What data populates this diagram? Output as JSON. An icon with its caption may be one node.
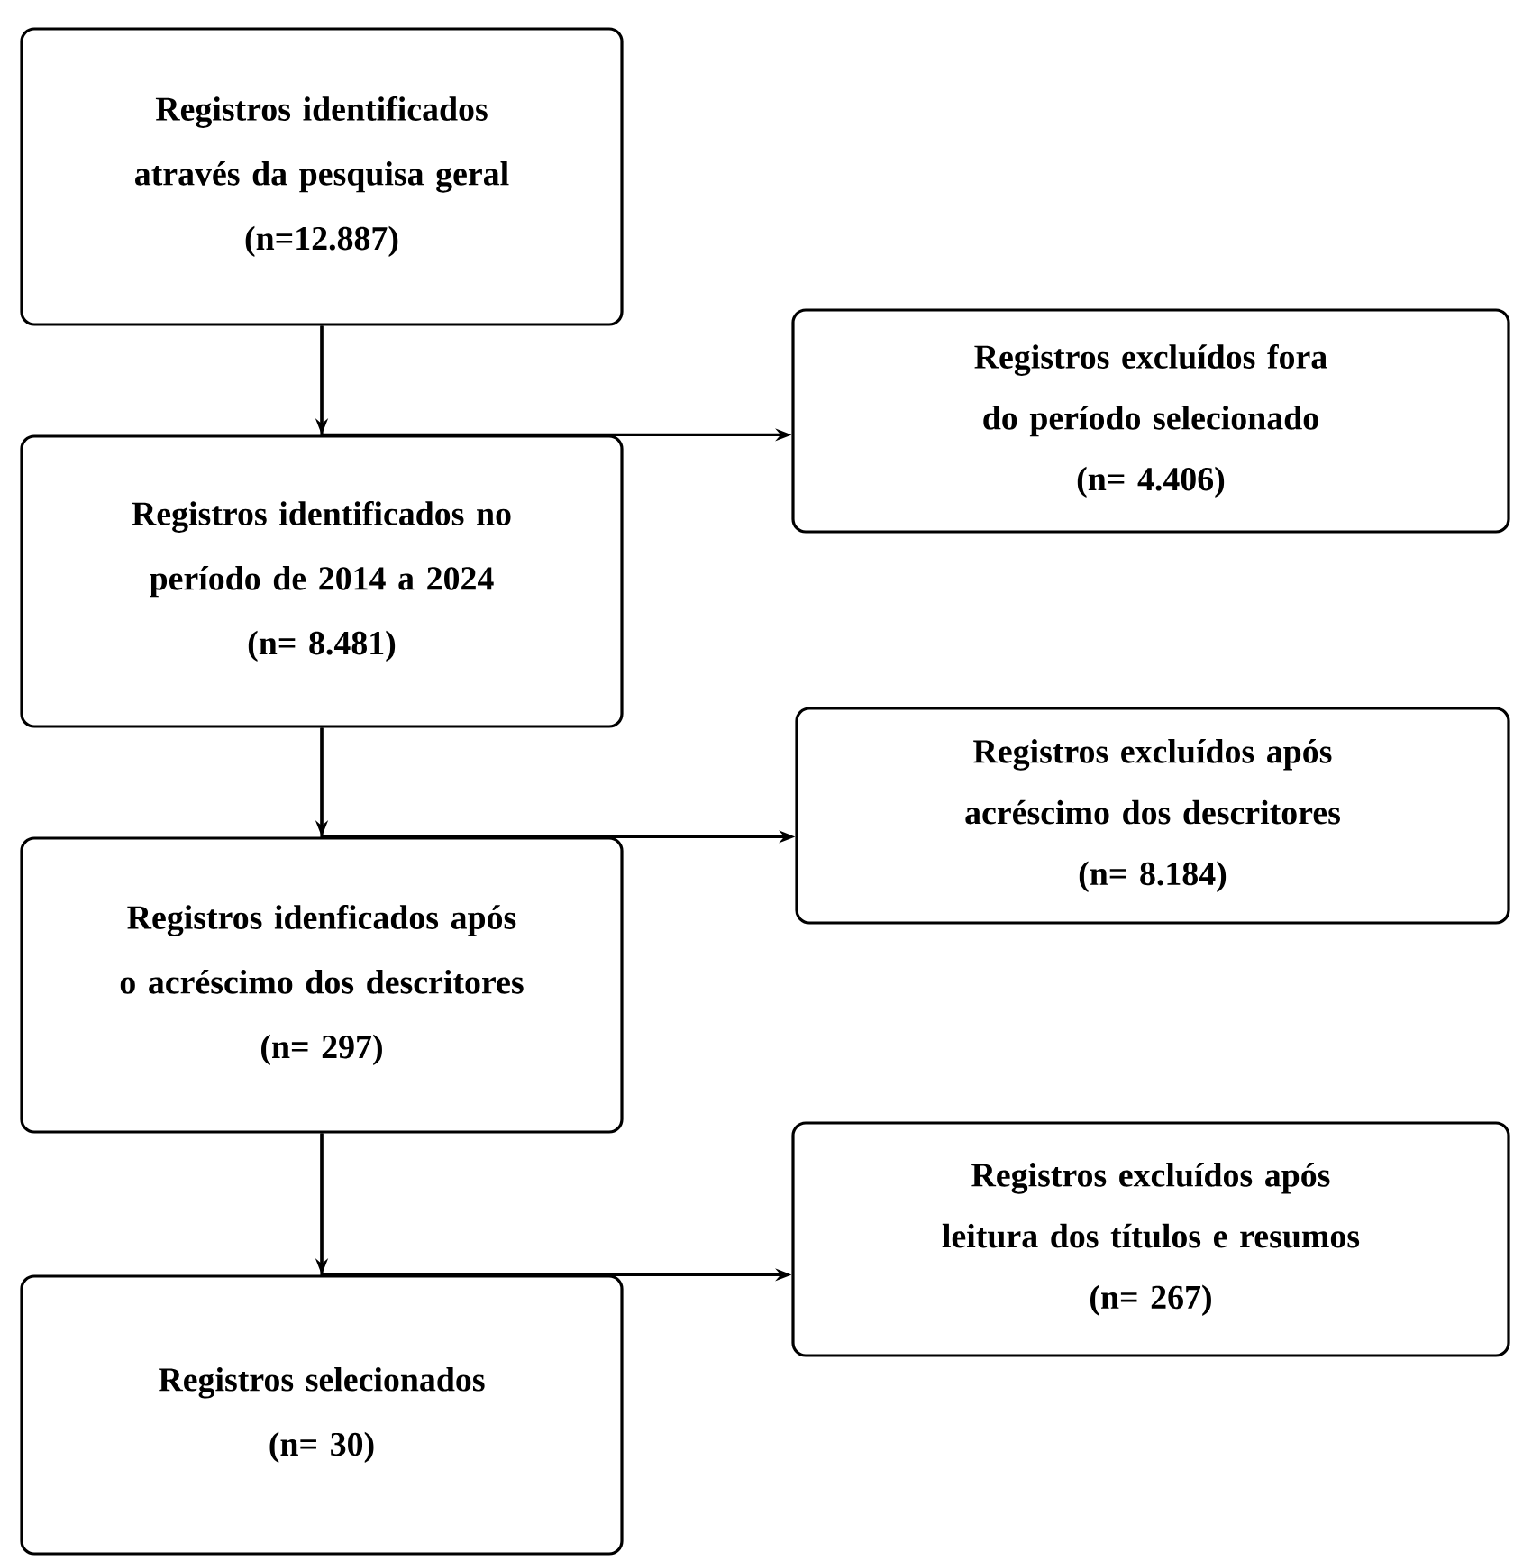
{
  "diagram": {
    "nodes": [
      {
        "text": [
          "Registros identificados através da pesquisa geral",
          "(n=12.887)"
        ]
      },
      {
        "text": [
          "Registros excluídos fora do período selecionado",
          "(n= 4.406)"
        ]
      },
      {
        "text": [
          "Registros identificados no período de 2014 a 2024",
          "(n= 8.481)"
        ]
      },
      {
        "text": [
          "Registros excluídos após acréscimo dos descritores",
          "(n= 8.184)"
        ]
      },
      {
        "text": [
          "Registros idenficados após o acréscimo dos descritores",
          "(n= 297)"
        ]
      },
      {
        "text": [
          "Registros excluídos após leitura dos títulos e resumos",
          "(n= 267)"
        ]
      },
      {
        "text": [
          "Registros selecionados",
          "(n= 30)"
        ]
      }
    ],
    "edges": [
      {
        "from": 0,
        "to": 2,
        "arrow": "to"
      },
      {
        "from": 0,
        "to": 1,
        "arrow": "to"
      },
      {
        "from": 2,
        "to": 4,
        "arrow": "to"
      },
      {
        "from": 2,
        "to": 3,
        "arrow": "to"
      },
      {
        "from": 4,
        "to": 6,
        "arrow": "to"
      },
      {
        "from": 4,
        "to": 5,
        "arrow": "to"
      }
    ]
  }
}
